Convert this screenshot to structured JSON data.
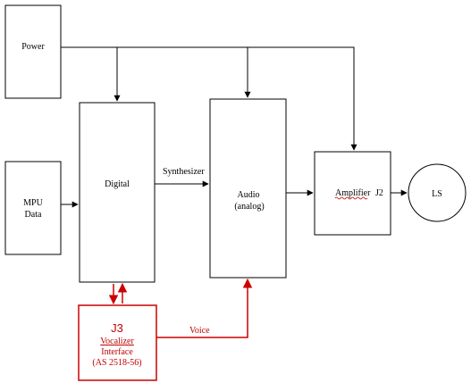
{
  "colors": {
    "line": "#000000",
    "accent_red": "#cc0000",
    "spellcheck_underline": "#cc0000",
    "background": "#ffffff"
  },
  "blocks": {
    "power": {
      "label": "Power"
    },
    "mpu": {
      "line1": "MPU",
      "line2": "Data"
    },
    "digital": {
      "label": "Digital"
    },
    "audio": {
      "line1": "Audio",
      "line2": "(analog)"
    },
    "amplifier": {
      "label": "Amplifier",
      "connector": "J2"
    },
    "speaker": {
      "label": "LS"
    },
    "vocalizer": {
      "connector": "J3",
      "line1": "Vocalizer",
      "line2": "Interface",
      "line3": "(AS 2518-56)"
    }
  },
  "connections": {
    "synthesizer_label": "Synthesizer",
    "voice_label": "Voice"
  }
}
